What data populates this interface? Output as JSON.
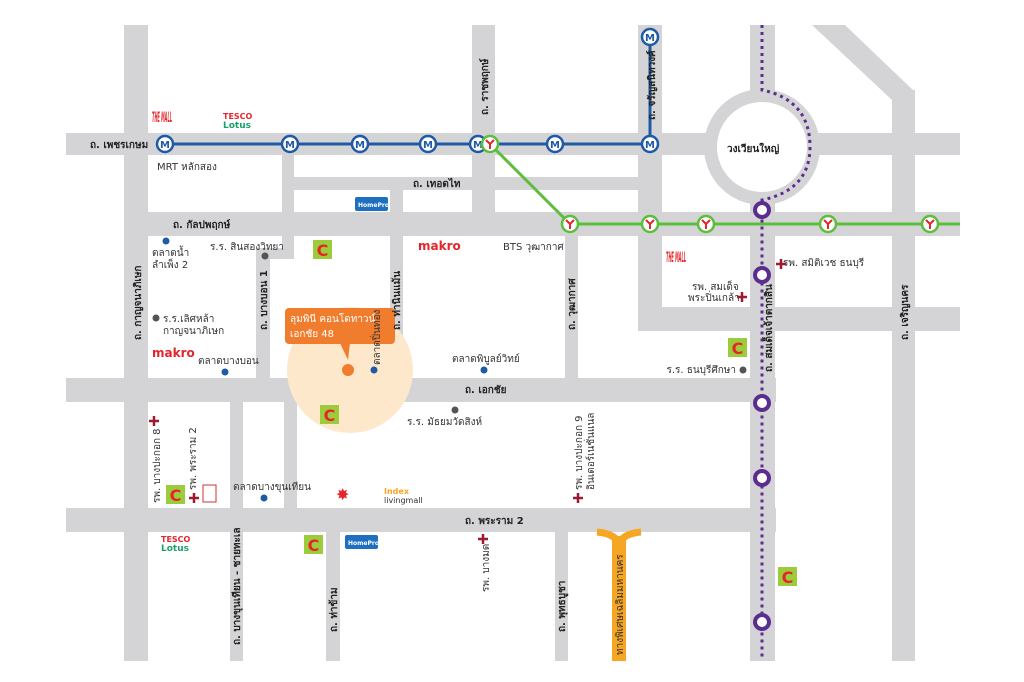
{
  "colors": {
    "road": "#d4d4d6",
    "mrt_line": "#1f5aa6",
    "bts_line": "#5cbf3c",
    "purple_line": "#5b2d8e",
    "project": "#f07c2e",
    "project_area": "#fde8cc",
    "expressway": "#f5a623",
    "hospital": "#9b1b30"
  },
  "roads": {
    "phetkasem": "ถ. เพชรเกษม",
    "thoet_thai": "ถ. เทอดไท",
    "kanlapaphruek": "ถ. กัลปพฤกษ์",
    "ekkachai": "ถ. เอกชัย",
    "rama2": "ถ. พระราม 2",
    "kanchanaphisek": "ถ. กาญจนาภิเษก",
    "bang_bon_1": "ถ. บางบอน 1",
    "tha_nin_maen": "ถ. ท่านินแม้น",
    "ratchaphruek": "ถ. ราชพฤกษ์",
    "charan": "ถ. จรัญสนิทวงศ์",
    "wutthakat": "ถ. วุฒากาศ",
    "taksin": "ถ. สมเด็จเจ้าตากสิน",
    "charoen_nakhon": "ถ. เจริญนคร",
    "bang_khun_thian": "ถ. บางขุนเทียน - ชายทะเล",
    "tha_kham": "ถ. ท่าข้าม",
    "phutthabucha": "ถ. พุทธบูชา",
    "expressway": "ทางพิเศษเฉลิมมหานคร"
  },
  "places": {
    "mrt_lak_song": "MRT หลักสอง",
    "bts_wutthakat": "BTS วุฒากาศ",
    "wongwian_yai": "วงเวียนใหญ่",
    "talat_nam": "ตลาดน้ำ",
    "talat_nam2": "ลำเพ็ง 2",
    "school_sinsong": "ร.ร. สินสองวิทยา",
    "school_lertla": "ร.ร.เลิศหล้า",
    "school_lertla2": "กาญจนาภิเษก",
    "talat_bang_bon": "ตลาดบางบอน",
    "talat_pin_thong": "ตลาดปิ่นทอง",
    "talat_phibun": "ตลาดพิบูลย์วิทย์",
    "school_mathayom": "ร.ร. มัธยมวัดสิงห์",
    "hosp_samitivej": "รพ. สมิติเวช ธนบุรี",
    "hosp_somdet": "รพ. สมเด็จ",
    "hosp_somdet2": "พระปิ่นเกล้า",
    "school_thonburi": "ร.ร. ธนบุรีศึกษา",
    "hosp_bangprakok8": "รพ. บางปะกอก 8",
    "hosp_rama2": "รพ. พระราม 2",
    "talat_bang_khun_thian": "ตลาดบางขุนเทียน",
    "hosp_bangprakok9": "รพ. บางปะกอก 9",
    "hosp_bangprakok9b": "อินเตอร์เนชั่นแนล",
    "hosp_bangmot": "รพ. บางมด"
  },
  "project": {
    "line1": "ลุมพินี คอนโดทาวน์",
    "line2": "เอกชัย 48"
  },
  "logos": {
    "tesco": "TESCO",
    "lotus": "Lotus",
    "makro": "makro",
    "homepro": "HomePro",
    "the_mall": "THE MALL",
    "index": "Index",
    "livingmall": "livingmall",
    "bigc": "C"
  },
  "icons": {
    "mrt": "M",
    "hospital": "hospital-cross-icon"
  }
}
